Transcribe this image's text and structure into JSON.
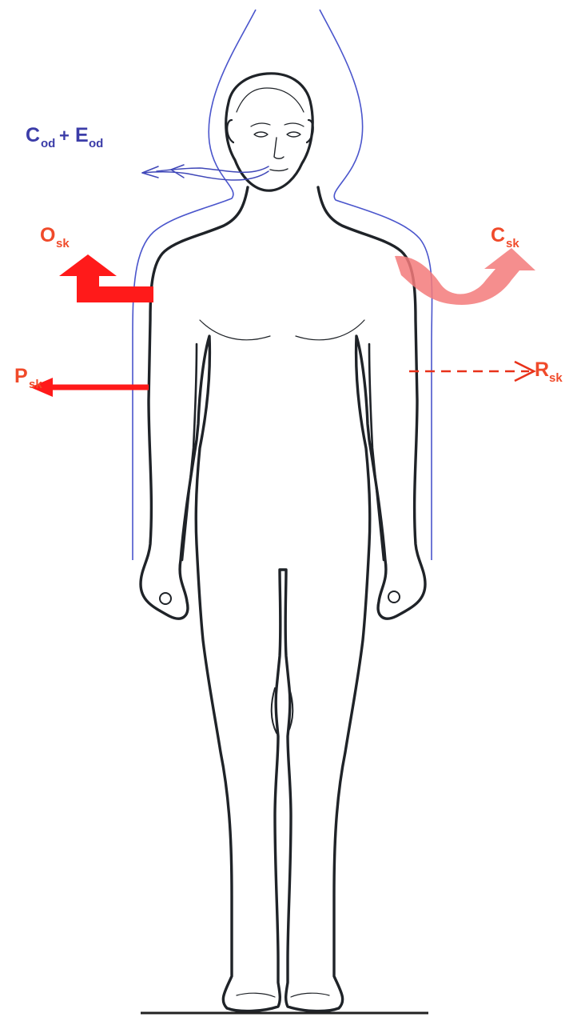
{
  "colors": {
    "body_outline": "#1f2328",
    "envelope": "#4a55cc",
    "respiratory": "#3f47b8",
    "heat_red": "#ff1a1a",
    "heat_light_red": "#f37a7a",
    "label_red": "#f04a2a",
    "label_blue": "#3b3ca8",
    "ground": "#222222"
  },
  "labels": {
    "respiratory": {
      "c_main": "C",
      "c_sub": "od",
      "plus": "+",
      "e_main": "E",
      "e_sub": "od"
    },
    "o_sk": {
      "main": "O",
      "sub": "sk"
    },
    "c_sk": {
      "main": "C",
      "sub": "sk"
    },
    "p_sk": {
      "main": "P",
      "sub": "sk"
    },
    "r_sk": {
      "main": "R",
      "sub": "sk"
    }
  }
}
